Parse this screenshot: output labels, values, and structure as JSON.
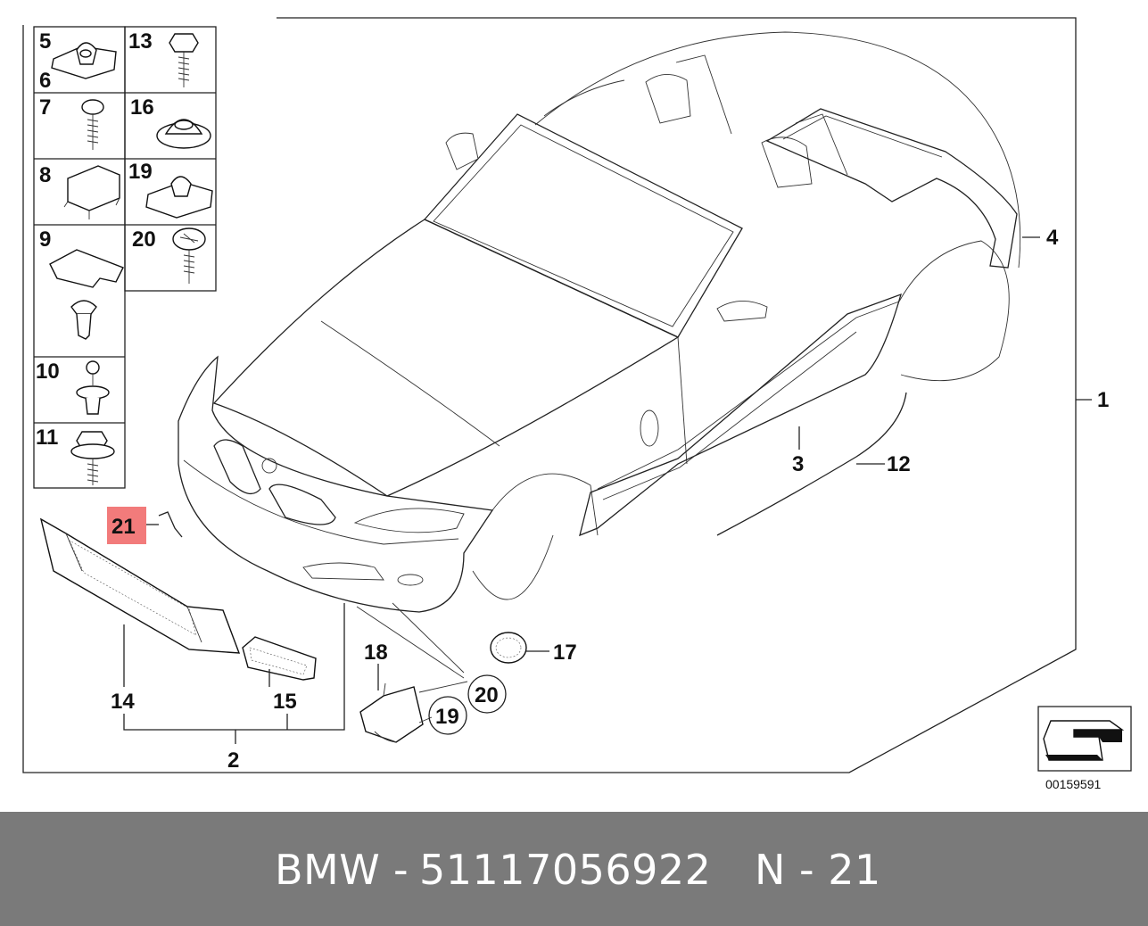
{
  "diagram": {
    "reference_code": "00159591",
    "callouts": {
      "c1": "1",
      "c2": "2",
      "c3": "3",
      "c4": "4",
      "c12": "12",
      "c14": "14",
      "c15": "15",
      "c17": "17",
      "c18": "18",
      "c19": "19",
      "c20": "20",
      "c21": "21"
    },
    "legend": {
      "l5": "5",
      "l6": "6",
      "l7": "7",
      "l8": "8",
      "l9": "9",
      "l10": "10",
      "l11": "11",
      "l13": "13",
      "l16": "16",
      "l19": "19",
      "l20": "20"
    },
    "highlight_color": "#f27b7b"
  },
  "footer": {
    "brand": "BMW",
    "separator": "-",
    "part_number": "51117056922",
    "position_label": "N - 21",
    "background": "#7a7a7a"
  }
}
